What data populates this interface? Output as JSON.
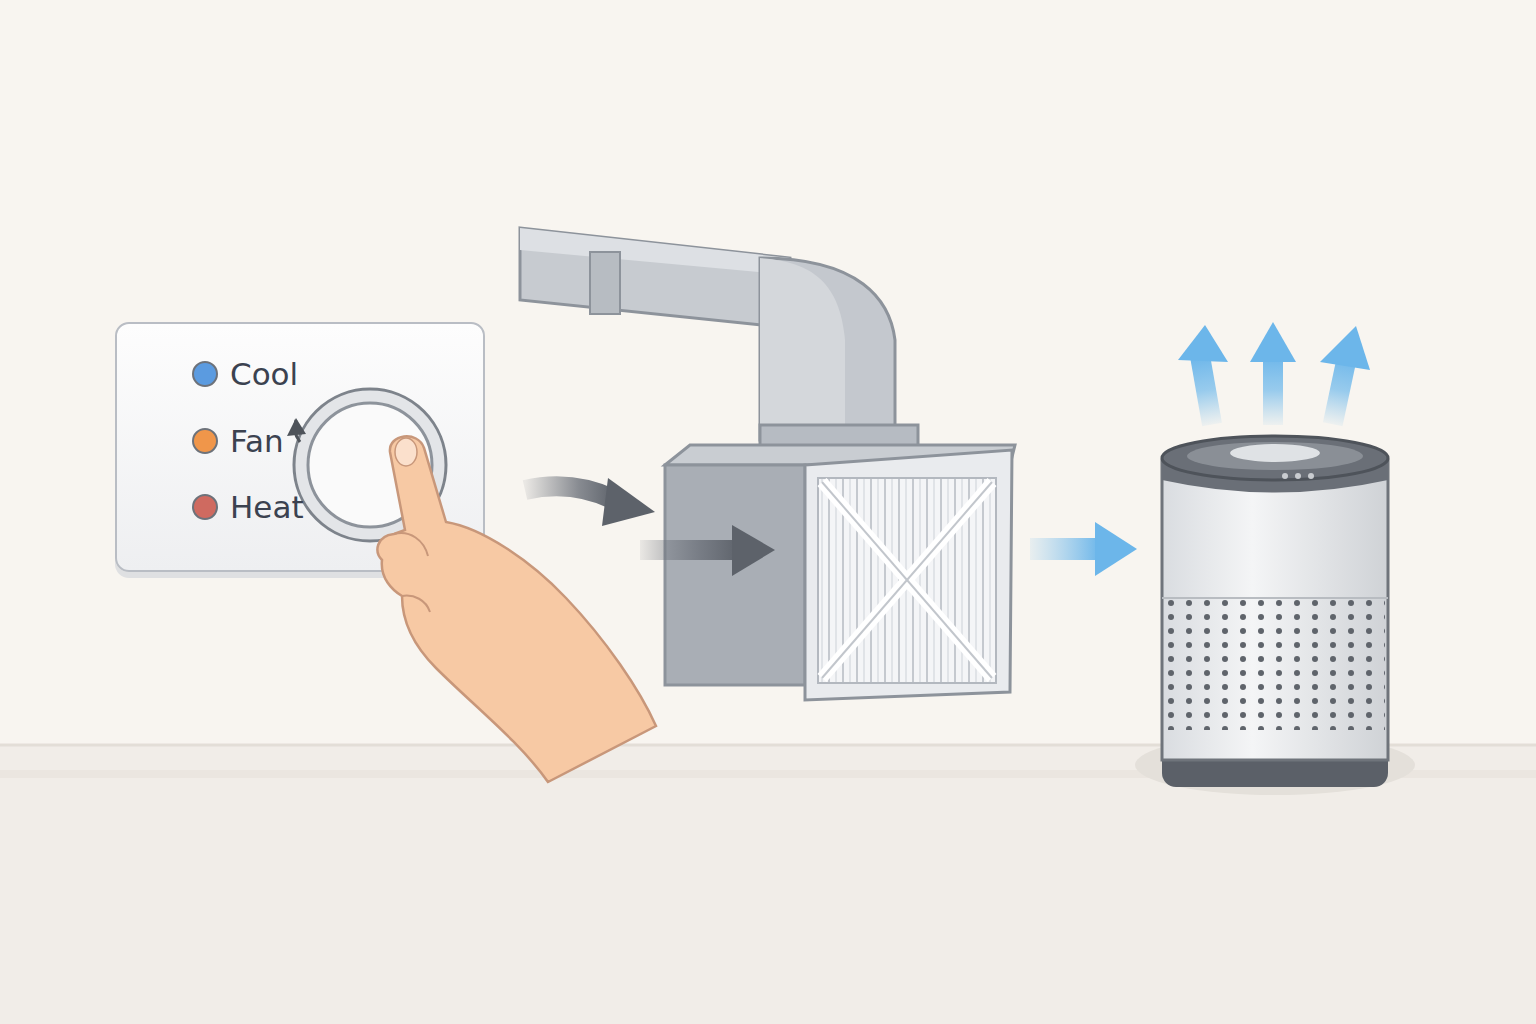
{
  "diagram": {
    "nodes": [
      {
        "text": [
          "Cool",
          "Fan",
          "Heat"
        ]
      }
    ]
  }
}
